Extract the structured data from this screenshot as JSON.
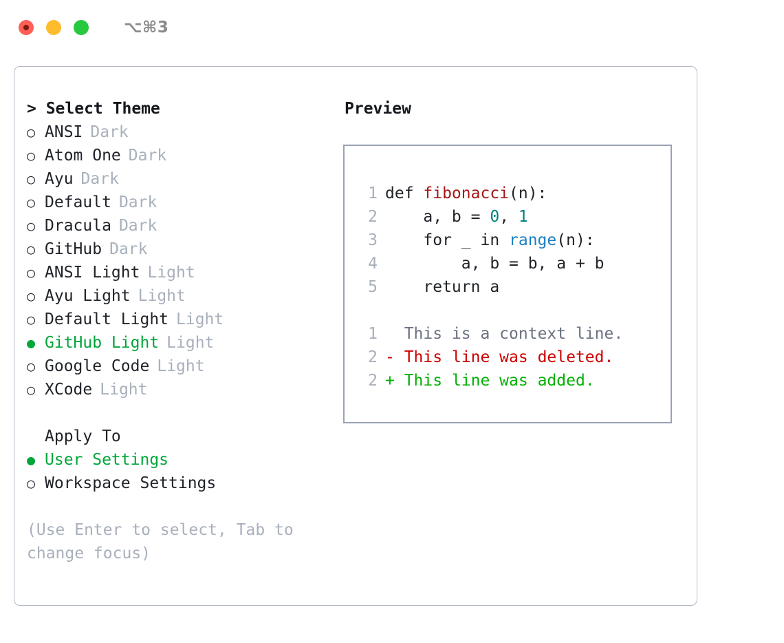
{
  "titlebar": {
    "shortcut": "⌥⌘3",
    "lights": [
      "close",
      "minimize",
      "zoom"
    ]
  },
  "left_panel": {
    "title": "> Select Theme",
    "themes": [
      {
        "marker": "○",
        "name": "ANSI",
        "tag": "Dark",
        "selected": false
      },
      {
        "marker": "○",
        "name": "Atom One",
        "tag": "Dark",
        "selected": false
      },
      {
        "marker": "○",
        "name": "Ayu",
        "tag": "Dark",
        "selected": false
      },
      {
        "marker": "○",
        "name": "Default",
        "tag": "Dark",
        "selected": false
      },
      {
        "marker": "○",
        "name": "Dracula",
        "tag": "Dark",
        "selected": false
      },
      {
        "marker": "○",
        "name": "GitHub",
        "tag": "Dark",
        "selected": false
      },
      {
        "marker": "○",
        "name": "ANSI Light",
        "tag": "Light",
        "selected": false
      },
      {
        "marker": "○",
        "name": "Ayu Light",
        "tag": "Light",
        "selected": false
      },
      {
        "marker": "○",
        "name": "Default Light",
        "tag": "Light",
        "selected": false
      },
      {
        "marker": "●",
        "name": "GitHub Light",
        "tag": "Light",
        "selected": true
      },
      {
        "marker": "○",
        "name": "Google Code",
        "tag": "Light",
        "selected": false
      },
      {
        "marker": "○",
        "name": "XCode",
        "tag": "Light",
        "selected": false
      }
    ],
    "apply_to": {
      "title": "Apply To",
      "options": [
        {
          "marker": "●",
          "label": "User Settings",
          "selected": true
        },
        {
          "marker": "○",
          "label": "Workspace Settings",
          "selected": false
        }
      ]
    },
    "hint": "(Use Enter to select, Tab to change focus)"
  },
  "right_panel": {
    "title": "Preview",
    "code_lines": [
      {
        "no": "1",
        "segments": [
          {
            "text": "def ",
            "type": "kw"
          },
          {
            "text": "fibonacci",
            "type": "fn"
          },
          {
            "text": "(n):",
            "type": "plain"
          }
        ]
      },
      {
        "no": "2",
        "segments": [
          {
            "text": "    a, b = ",
            "type": "plain"
          },
          {
            "text": "0",
            "type": "num"
          },
          {
            "text": ", ",
            "type": "plain"
          },
          {
            "text": "1",
            "type": "num"
          }
        ]
      },
      {
        "no": "3",
        "segments": [
          {
            "text": "    for _ in ",
            "type": "plain"
          },
          {
            "text": "range",
            "type": "call"
          },
          {
            "text": "(n):",
            "type": "plain"
          }
        ]
      },
      {
        "no": "4",
        "segments": [
          {
            "text": "        a, b = b, a + b",
            "type": "plain"
          }
        ]
      },
      {
        "no": "5",
        "segments": [
          {
            "text": "    return a",
            "type": "plain"
          }
        ]
      }
    ],
    "diff_lines": [
      {
        "no": "1",
        "prefix": "  ",
        "text": "This is a context line.",
        "type": "ctx"
      },
      {
        "no": "2",
        "prefix": "- ",
        "text": "This line was deleted.",
        "type": "del"
      },
      {
        "no": "2",
        "prefix": "+ ",
        "text": "This line was added.",
        "type": "add"
      }
    ]
  },
  "colors": {
    "accent_green": "#00a63a",
    "muted": "#a8b0bc",
    "border": "#b2bac6",
    "preview_border": "#98a3b3",
    "diff_delete": "#cc0000",
    "diff_add": "#00b000",
    "token_function": "#a61717",
    "token_number": "#007f7f",
    "token_call": "#1a7fc1",
    "light_red": "#ff5f56",
    "light_yellow": "#ffbd2e",
    "light_green": "#27c93f"
  }
}
